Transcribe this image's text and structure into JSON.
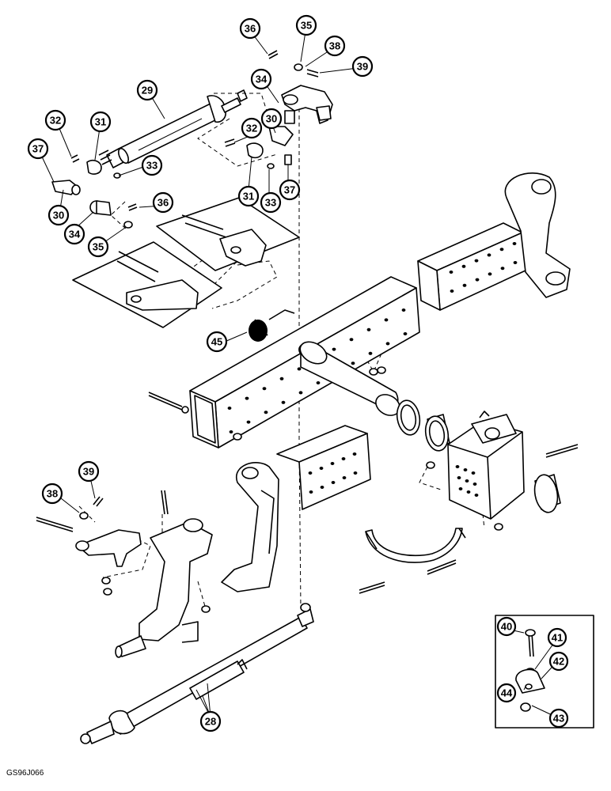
{
  "figure_code": "GS96J066",
  "callouts": [
    {
      "label": "36"
    },
    {
      "label": "35"
    },
    {
      "label": "38"
    },
    {
      "label": "39"
    },
    {
      "label": "34"
    },
    {
      "label": "29"
    },
    {
      "label": "32"
    },
    {
      "label": "31"
    },
    {
      "label": "30"
    },
    {
      "label": "37"
    },
    {
      "label": "33"
    },
    {
      "label": "32"
    },
    {
      "label": "33"
    },
    {
      "label": "31"
    },
    {
      "label": "33"
    },
    {
      "label": "37"
    },
    {
      "label": "30"
    },
    {
      "label": "34"
    },
    {
      "label": "36"
    },
    {
      "label": "35"
    },
    {
      "label": "45"
    },
    {
      "label": "38"
    },
    {
      "label": "39"
    },
    {
      "label": "28"
    },
    {
      "label": "40"
    },
    {
      "label": "41"
    },
    {
      "label": "42"
    },
    {
      "label": "44"
    },
    {
      "label": "43"
    }
  ]
}
